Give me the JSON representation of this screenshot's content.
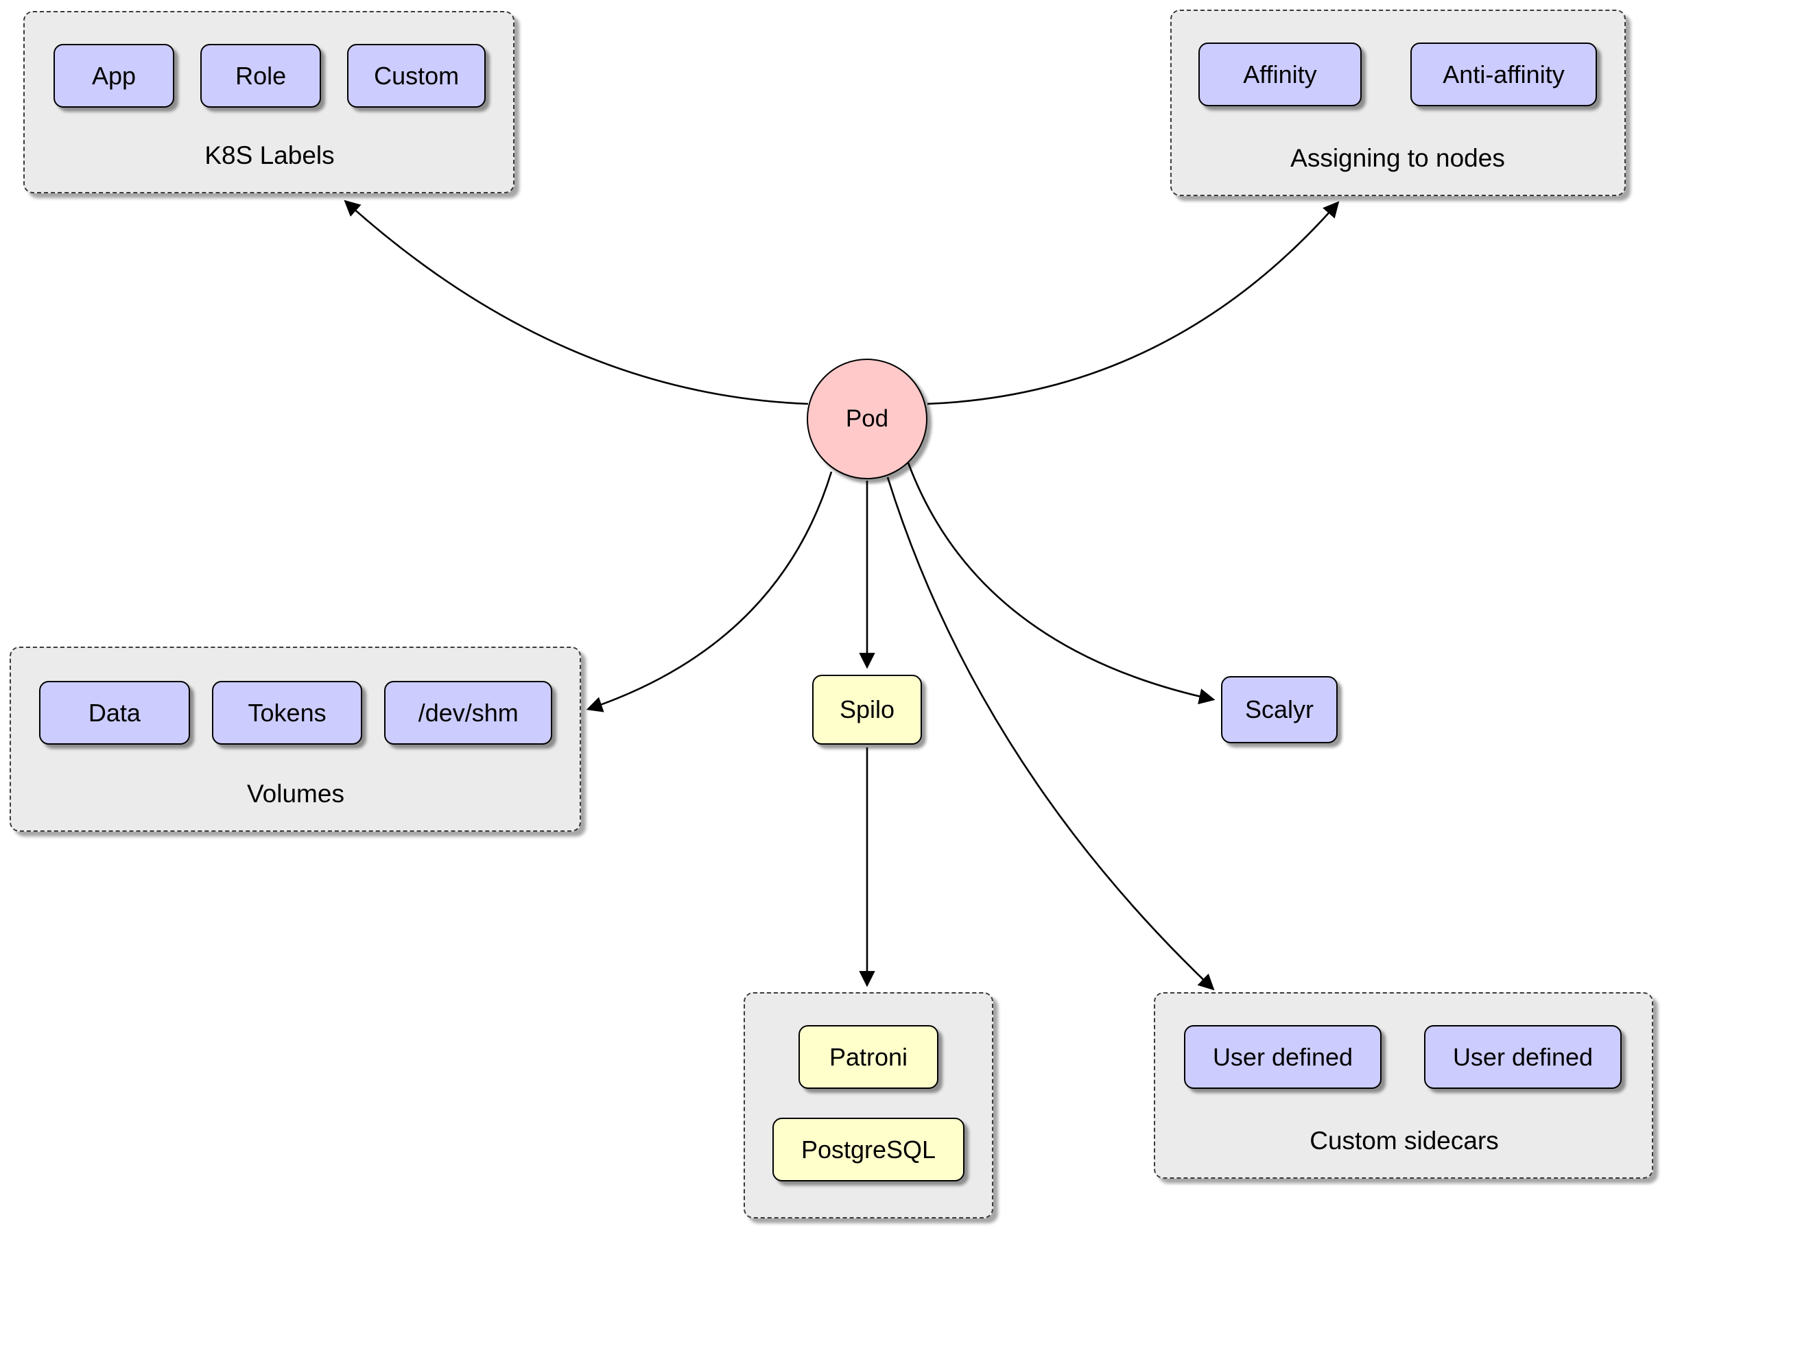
{
  "diagram": {
    "pod": {
      "label": "Pod"
    },
    "groups": {
      "k8s_labels": {
        "label": "K8S Labels",
        "items": [
          "App",
          "Role",
          "Custom"
        ]
      },
      "assigning_to_nodes": {
        "label": "Assigning to nodes",
        "items": [
          "Affinity",
          "Anti-affinity"
        ]
      },
      "volumes": {
        "label": "Volumes",
        "items": [
          "Data",
          "Tokens",
          "/dev/shm"
        ]
      },
      "spilo_stack": {
        "label": "",
        "items": [
          "Patroni",
          "PostgreSQL"
        ]
      },
      "custom_sidecars": {
        "label": "Custom sidecars",
        "items": [
          "User defined",
          "User defined"
        ]
      }
    },
    "nodes": {
      "spilo": {
        "label": "Spilo"
      },
      "scalyr": {
        "label": "Scalyr"
      }
    },
    "edges": [
      {
        "from": "Pod",
        "to": "K8S Labels"
      },
      {
        "from": "Pod",
        "to": "Assigning to nodes"
      },
      {
        "from": "Pod",
        "to": "Volumes"
      },
      {
        "from": "Pod",
        "to": "Spilo"
      },
      {
        "from": "Pod",
        "to": "Scalyr"
      },
      {
        "from": "Pod",
        "to": "Custom sidecars"
      },
      {
        "from": "Spilo",
        "to": "Patroni/PostgreSQL"
      }
    ],
    "colors": {
      "item_fill": "#ccccff",
      "yellow_fill": "#ffffcc",
      "pod_fill": "#ffc9c9",
      "container_fill": "#ebebeb",
      "edge": "#000000",
      "border": "#000000"
    }
  }
}
